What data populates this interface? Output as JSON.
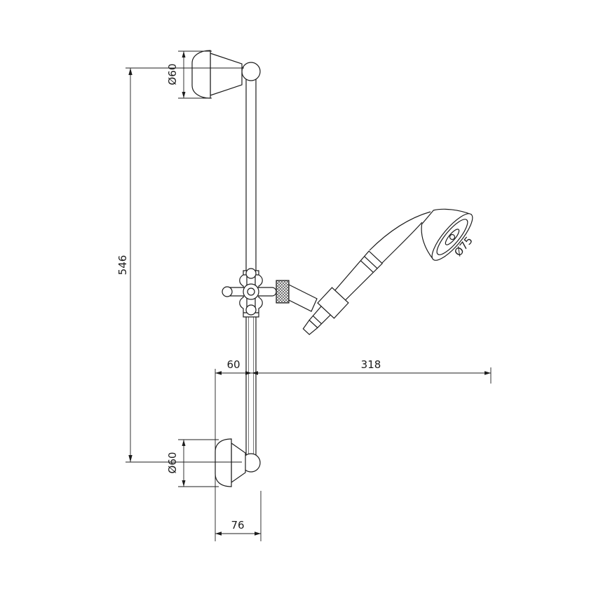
{
  "drawing": {
    "background_color": "#ffffff",
    "line_color": "#1c1c1c",
    "dims": {
      "rail_length": "546",
      "top_flange_dia": "Ø60",
      "bottom_flange_dia": "Ø60",
      "wall_offset": "60",
      "reach": "318",
      "bracket_depth": "76",
      "head_dia": "Ø75"
    }
  }
}
